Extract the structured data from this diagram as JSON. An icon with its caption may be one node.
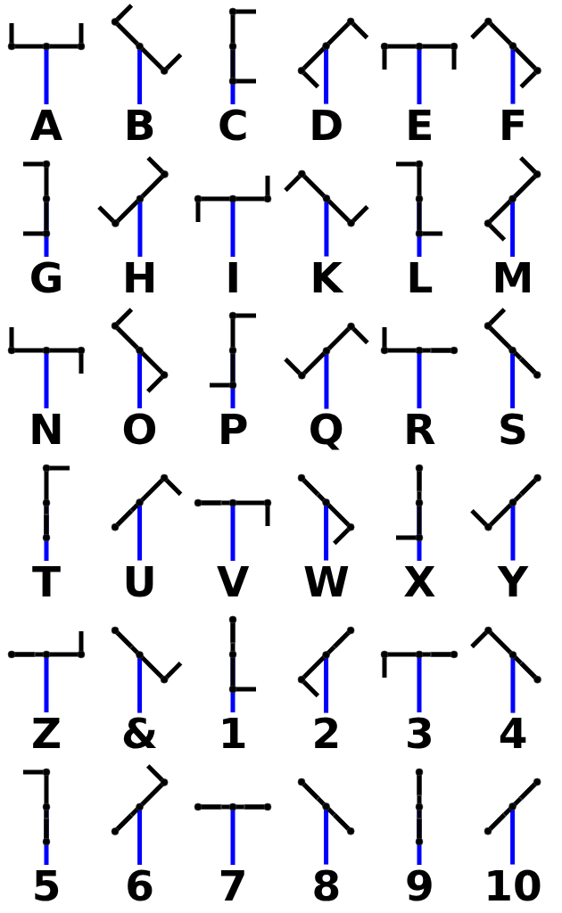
{
  "diagram": {
    "labels": [
      "A",
      "B",
      "C",
      "D",
      "E",
      "F",
      "G",
      "H",
      "I",
      "K",
      "L",
      "M",
      "N",
      "O",
      "P",
      "Q",
      "R",
      "S",
      "T",
      "U",
      "V",
      "W",
      "X",
      "Y",
      "Z",
      "&",
      "1",
      "2",
      "3",
      "4",
      "5",
      "6",
      "7",
      "8",
      "9",
      "10"
    ]
  }
}
